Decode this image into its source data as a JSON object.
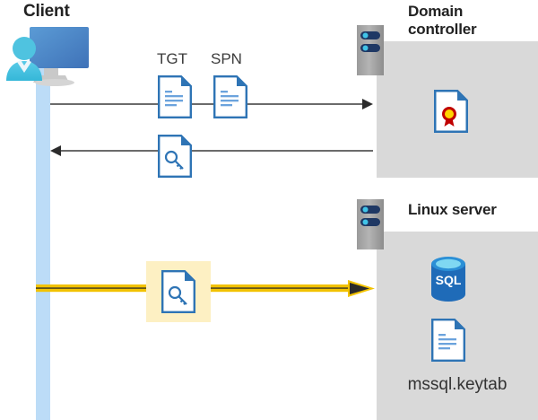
{
  "diagram": {
    "title_client": "Client",
    "title_domain_controller": "Domain controller",
    "title_linux_server": "Linux server",
    "labels": {
      "tgt": "TGT",
      "spn": "SPN",
      "keytab_file": "mssql.keytab"
    },
    "icons": {
      "client": "client-computer-user-icon",
      "dc_server": "server-rack-icon",
      "linux_server": "server-rack-icon",
      "tgt_doc": "document-icon",
      "spn_doc": "document-icon",
      "reply_key_doc": "key-document-icon",
      "highlighted_key_doc": "key-document-icon",
      "certificate": "certificate-document-icon",
      "sql_database": "sql-database-icon",
      "keytab_doc": "document-icon"
    },
    "flows": [
      {
        "name": "request",
        "direction": "right",
        "style": "thin-black"
      },
      {
        "name": "response",
        "direction": "left",
        "style": "thin-black"
      },
      {
        "name": "authenticated-connection",
        "direction": "right",
        "style": "thick-yellow"
      }
    ],
    "colors": {
      "panel_gray": "#d9d9d9",
      "lifeline_blue": "#bcdcf7",
      "highlight_yellow": "#fdf0c3",
      "arrow_yellow": "#f2c200",
      "doc_blue": "#2e74b5",
      "sql_blue": "#1e6bb8",
      "arrow_black": "#3a3a3a",
      "title_dark": "#222222"
    }
  }
}
